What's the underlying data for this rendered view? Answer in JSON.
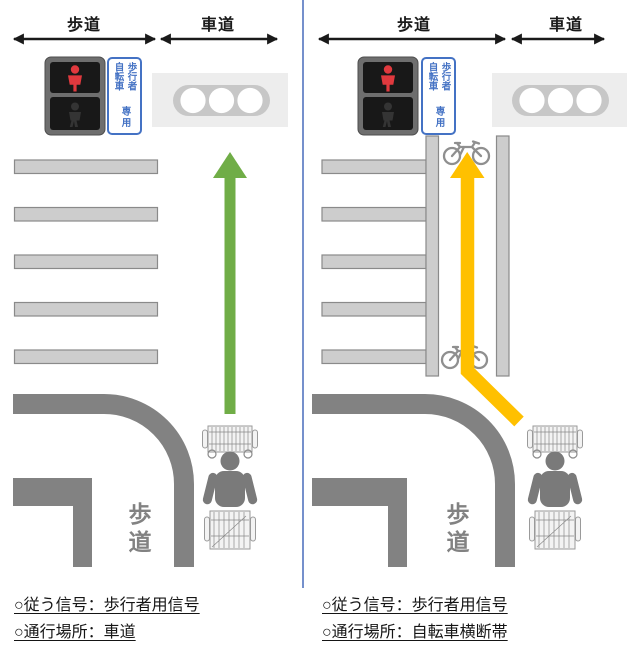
{
  "colors": {
    "divider": "#7590CC",
    "road": "#828282",
    "stripe_fill": "#CDCDCD",
    "stripe_border": "#8A8A8A",
    "green_arrow": "#70AD47",
    "yellow_arrow": "#FFC000",
    "signal_red": "#E0393E",
    "sign_blue": "#4472C4",
    "light_box": "#EDEDED",
    "light_inner": "#C7C7C7",
    "text_black": "#1A1A1A"
  },
  "left": {
    "sidewalk_label": "歩道",
    "roadway_label": "車道",
    "sign": {
      "right_col": "歩行者",
      "left_col": "自転車",
      "bottom": "専用"
    },
    "corner_label": "歩道",
    "note1": "○従う信号：歩行者用信号",
    "note2": "○通行場所：車道"
  },
  "right": {
    "sidewalk_label": "歩道",
    "roadway_label": "車道",
    "sign": {
      "right_col": "歩行者",
      "left_col": "自転車",
      "bottom": "専用"
    },
    "corner_label": "歩道",
    "note1": "○従う信号：歩行者用信号",
    "note2": "○通行場所：自転車横断帯"
  },
  "icons": {
    "pedestrian_signal": "pedestrian-bicycle-signal-red",
    "vehicle_signal": "vehicle-signal-inactive",
    "bicycle": "bicycle-outline",
    "walker": "person-pushing-bicycle"
  }
}
